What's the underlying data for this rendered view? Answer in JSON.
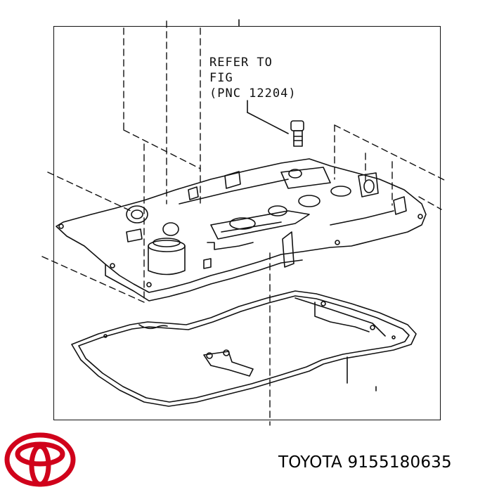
{
  "diagram": {
    "refer_note": [
      "REFER TO",
      "FIG",
      "(PNC 12204)"
    ]
  },
  "footer": {
    "brand": "TOYOTA",
    "part_number": "9155180635"
  },
  "colors": {
    "line": "#111111",
    "logo": "#d0021b",
    "background": "#ffffff"
  },
  "icons": {
    "logo": "toyota-logo-icon"
  }
}
